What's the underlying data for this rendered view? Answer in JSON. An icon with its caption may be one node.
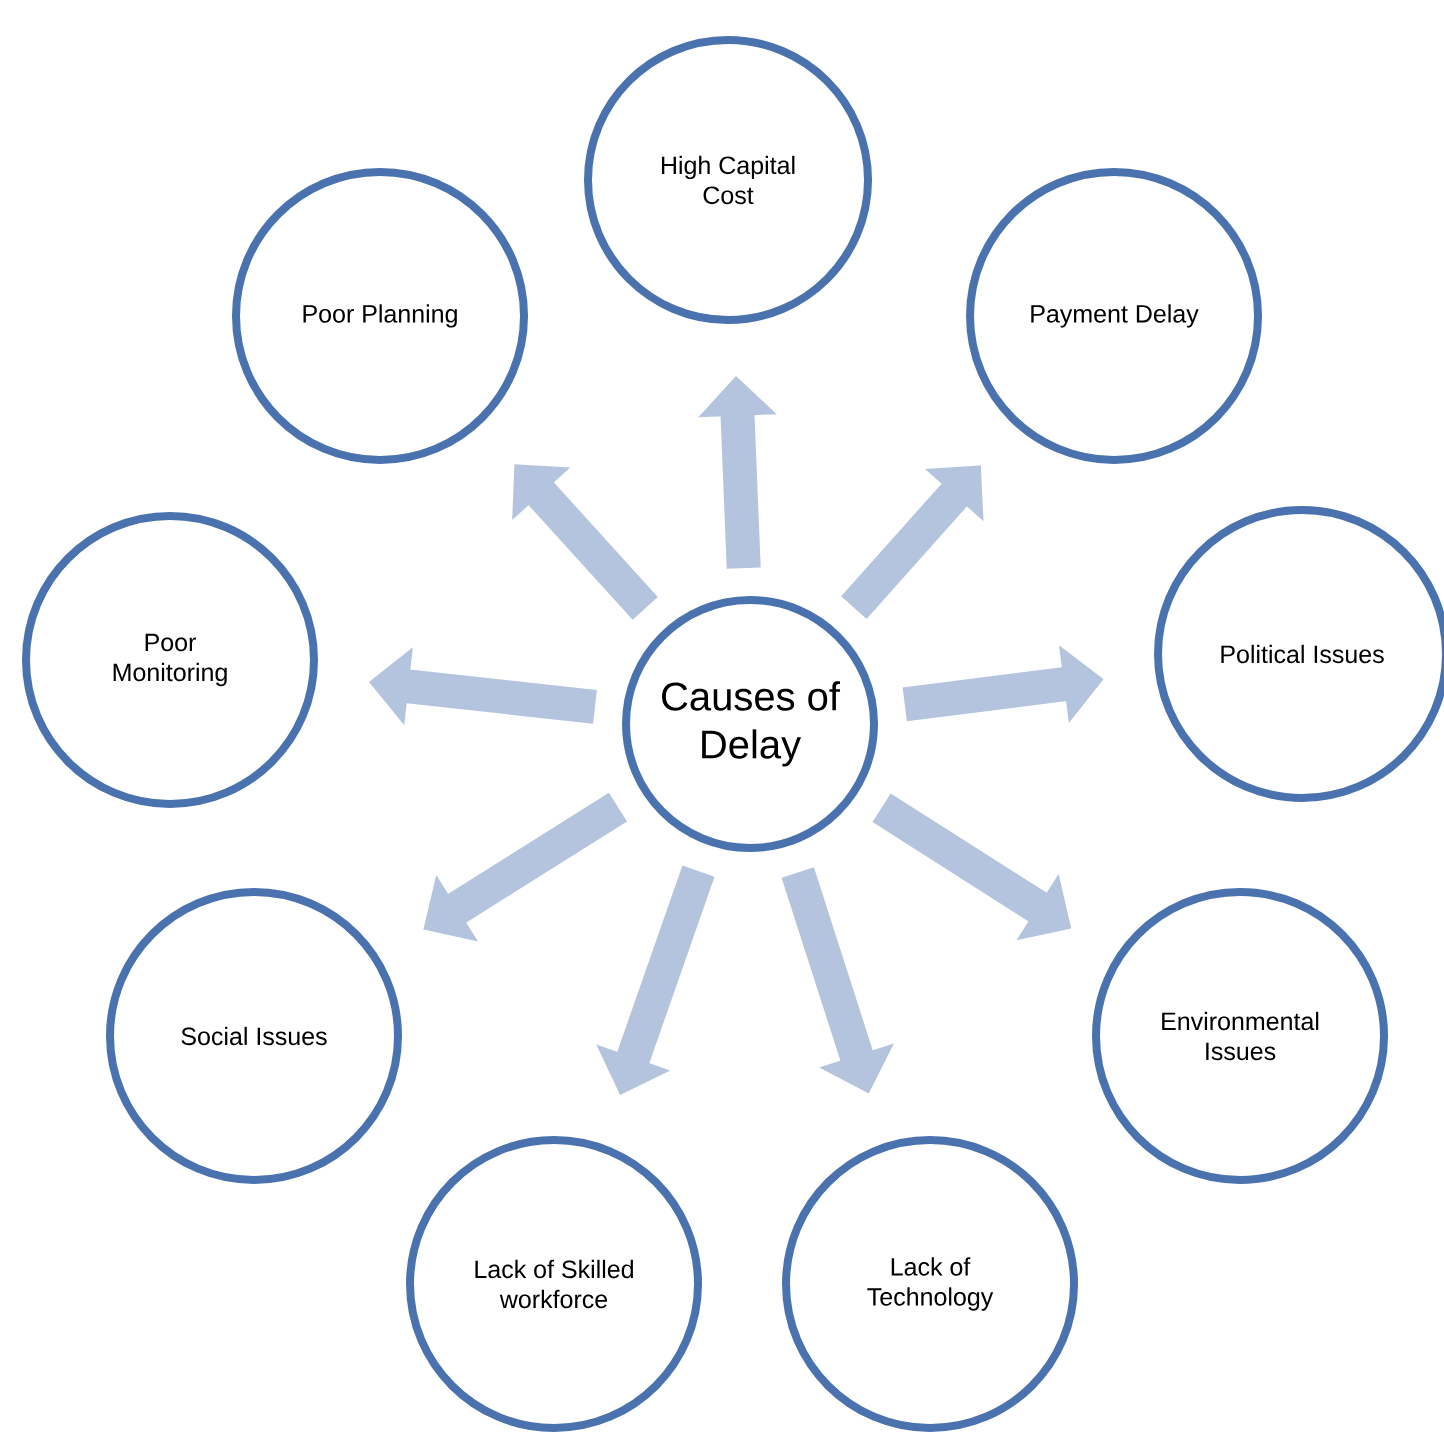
{
  "diagram": {
    "nodes": [
      {
        "text": [
          "Causes of Delay"
        ]
      },
      {
        "text": [
          "High Capital Cost"
        ]
      },
      {
        "text": [
          "Payment Delay"
        ]
      },
      {
        "text": [
          "Political Issues"
        ]
      },
      {
        "text": [
          "Environmental Issues"
        ]
      },
      {
        "text": [
          "Lack of Technology"
        ]
      },
      {
        "text": [
          "Lack of Skilled workforce"
        ]
      },
      {
        "text": [
          "Social Issues"
        ]
      },
      {
        "text": [
          "Poor Monitoring"
        ]
      },
      {
        "text": [
          "Poor Planning"
        ]
      }
    ],
    "edges": [
      {
        "from": 0,
        "to": 1,
        "arrow": "to"
      },
      {
        "from": 0,
        "to": 2,
        "arrow": "to"
      },
      {
        "from": 0,
        "to": 3,
        "arrow": "to"
      },
      {
        "from": 0,
        "to": 4,
        "arrow": "to"
      },
      {
        "from": 0,
        "to": 5,
        "arrow": "to"
      },
      {
        "from": 0,
        "to": 6,
        "arrow": "to"
      },
      {
        "from": 0,
        "to": 7,
        "arrow": "to"
      },
      {
        "from": 0,
        "to": 8,
        "arrow": "to"
      },
      {
        "from": 0,
        "to": 9,
        "arrow": "to"
      }
    ]
  }
}
